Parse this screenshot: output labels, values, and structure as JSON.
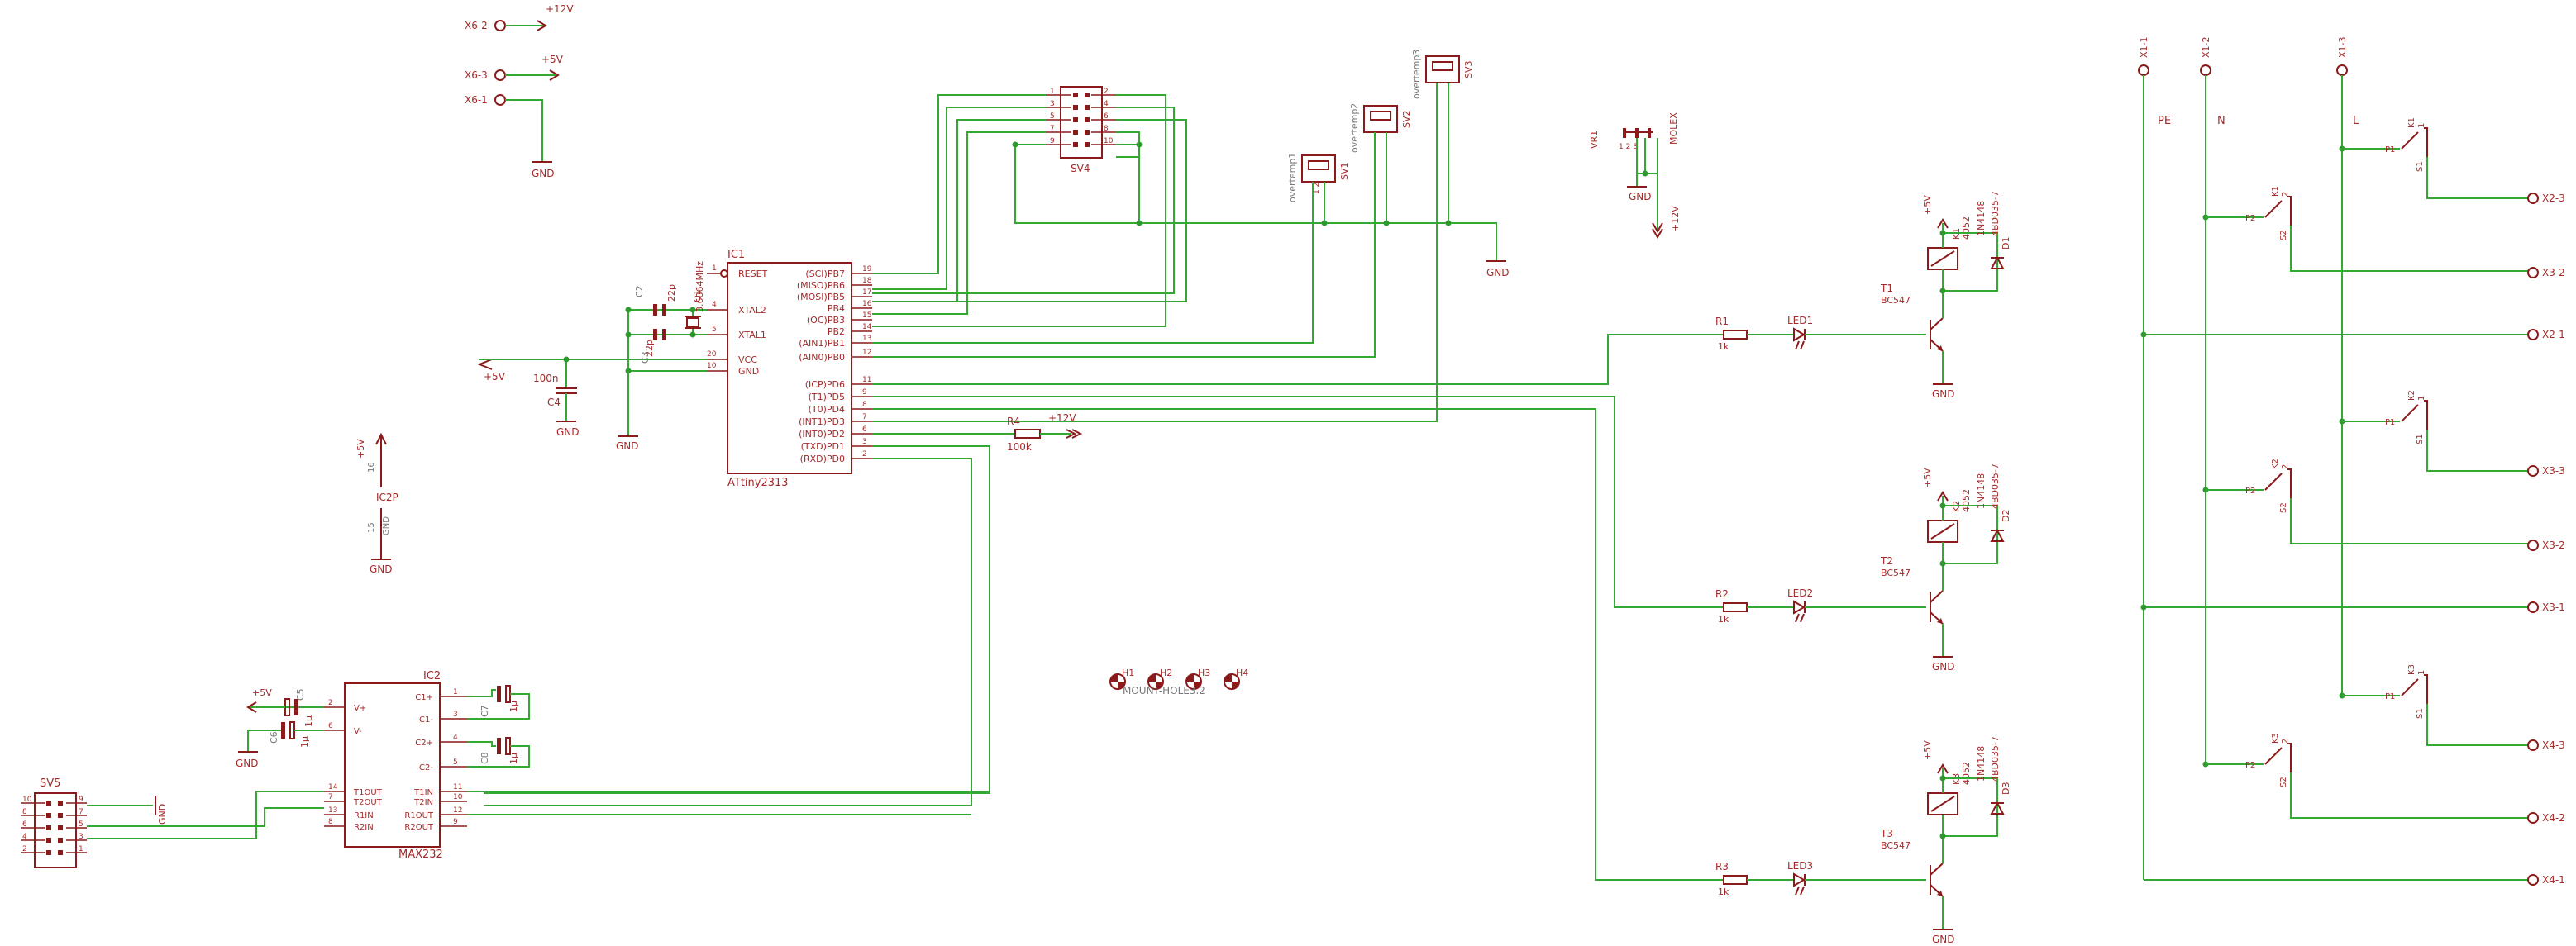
{
  "colors": {
    "wire": "#33a833",
    "symbol": "#8b1a1a",
    "text": "#a52a2a",
    "junction": "#2e9a2e"
  },
  "connectors": {
    "x6_2": "X6-2",
    "x6_3": "X6-3",
    "x6_1": "X6-1",
    "x1_1": "X1-1",
    "x1_2": "X1-2",
    "x1_3": "X1-3",
    "x2_3": "X2-3",
    "x3_2a": "X3-2",
    "x2_1": "X2-1",
    "x3_3": "X3-3",
    "x3_2": "X3-2",
    "x3_1": "X3-1",
    "x4_3": "X4-3",
    "x4_2": "X4-2",
    "x4_1": "X4-1"
  },
  "supplies": {
    "p12v": "+12V",
    "p5v": "+5V",
    "gnd": "GND",
    "p12v_vertical": "+12V"
  },
  "labels": {
    "pe": "PE",
    "n": "N",
    "l": "L"
  },
  "ic1": {
    "name": "IC1",
    "part": "ATtiny2313",
    "left_pins": [
      {
        "num": "1",
        "name": "RESET"
      },
      {
        "num": "4",
        "name": "XTAL2"
      },
      {
        "num": "5",
        "name": "XTAL1"
      },
      {
        "num": "20",
        "name": "VCC"
      },
      {
        "num": "10",
        "name": "GND"
      }
    ],
    "right_pins": [
      {
        "num": "19",
        "name": "(SCI)PB7"
      },
      {
        "num": "18",
        "name": "(MISO)PB6"
      },
      {
        "num": "17",
        "name": "(MOSI)PB5"
      },
      {
        "num": "16",
        "name": "PB4"
      },
      {
        "num": "15",
        "name": "(OC)PB3"
      },
      {
        "num": "14",
        "name": "PB2"
      },
      {
        "num": "13",
        "name": "(AIN1)PB1"
      },
      {
        "num": "12",
        "name": "(AIN0)PB0"
      },
      {
        "num": "11",
        "name": "(ICP)PD6"
      },
      {
        "num": "9",
        "name": "(T1)PD5"
      },
      {
        "num": "8",
        "name": "(T0)PD4"
      },
      {
        "num": "7",
        "name": "(INT1)PD3"
      },
      {
        "num": "6",
        "name": "(INT0)PD2"
      },
      {
        "num": "3",
        "name": "(TXD)PD1"
      },
      {
        "num": "2",
        "name": "(RXD)PD0"
      }
    ]
  },
  "crystal": {
    "q1": "Q1",
    "freq": "3.6864MHz",
    "c2": "C2",
    "c3": "C3",
    "c2_value": "22p",
    "c3_value": "22p"
  },
  "c4": {
    "name": "C4",
    "value": "100n"
  },
  "sv4": {
    "name": "SV4",
    "pins_left": [
      "1",
      "3",
      "5",
      "7",
      "9"
    ],
    "pins_right": [
      "2",
      "4",
      "6",
      "8",
      "10"
    ]
  },
  "sv1": {
    "name": "SV1",
    "label": "overtemp1",
    "pins": "1 2"
  },
  "sv2": {
    "name": "SV2",
    "label": "overtemp2",
    "pins": "1 2"
  },
  "sv3": {
    "name": "SV3",
    "label": "overtemp3",
    "pins": "1 2"
  },
  "vr1": {
    "name": "VR1",
    "label": "MOLEX",
    "pins": "1 2 3"
  },
  "r4": {
    "name": "R4",
    "value": "100k"
  },
  "ic2p": {
    "name": "IC2P",
    "p5v": "+5V",
    "pin16": "16",
    "pin15": "15",
    "gnd": "GND"
  },
  "ic2": {
    "name": "IC2",
    "part": "MAX232",
    "left_pins": [
      {
        "num": "2",
        "name": "V+"
      },
      {
        "num": "6",
        "name": "V-"
      },
      {
        "num": "14",
        "name": "T1OUT"
      },
      {
        "num": "7",
        "name": "T2OUT"
      },
      {
        "num": "13",
        "name": "R1IN"
      },
      {
        "num": "8",
        "name": "R2IN"
      }
    ],
    "right_pins": [
      {
        "num": "1",
        "name": "C1+"
      },
      {
        "num": "3",
        "name": "C1-"
      },
      {
        "num": "4",
        "name": "C2+"
      },
      {
        "num": "5",
        "name": "C2-"
      },
      {
        "num": "11",
        "name": "T1IN"
      },
      {
        "num": "10",
        "name": "T2IN"
      },
      {
        "num": "12",
        "name": "R1OUT"
      },
      {
        "num": "9",
        "name": "R2OUT"
      }
    ]
  },
  "max_caps": {
    "c7": "C7",
    "c7_value": "1µ",
    "c8": "C8",
    "c8_value": "1µ",
    "c5": "C5",
    "c5_value": "1µ",
    "c6": "C6",
    "c6_value": "1µ"
  },
  "sv5": {
    "name": "SV5",
    "pins_left": [
      "10",
      "8",
      "6",
      "4",
      "2"
    ],
    "pins_right": [
      "9",
      "7",
      "5",
      "3",
      "1"
    ]
  },
  "holes": {
    "h1": "H1",
    "h2": "H2",
    "h3": "H3",
    "h4": "H4",
    "caption": "MOUNT-HOLE3.2"
  },
  "channels": [
    {
      "r": "R1",
      "rv": "1k",
      "led": "LED1",
      "t": "T1",
      "tp": "BC547",
      "k": "K1",
      "kv": "4052",
      "d": "D1",
      "dv": "1N4148",
      "part": "4BD035-7",
      "p5v": "+5V",
      "gnd": "GND"
    },
    {
      "r": "R2",
      "rv": "1k",
      "led": "LED2",
      "t": "T2",
      "tp": "BC547",
      "k": "K2",
      "kv": "4052",
      "d": "D2",
      "dv": "1N4148",
      "part": "4BD035-7",
      "p5v": "+5V",
      "gnd": "GND"
    },
    {
      "r": "R3",
      "rv": "1k",
      "led": "LED3",
      "t": "T3",
      "tp": "BC547",
      "k": "K3",
      "kv": "4052",
      "d": "D3",
      "dv": "1N4148",
      "part": "4BD035-7",
      "p5v": "+5V",
      "gnd": "GND"
    }
  ],
  "relays": [
    {
      "k1": "K1",
      "p1": "P1",
      "s1": "S1",
      "k2": "K1",
      "p2": "P2",
      "s2": "S2",
      "num1": "1",
      "num2": "2"
    },
    {
      "k1": "K2",
      "p1": "P1",
      "s1": "S1",
      "k2": "K2",
      "p2": "P2",
      "s2": "S2",
      "num1": "1",
      "num2": "2"
    },
    {
      "k1": "K3",
      "p1": "P1",
      "s1": "S1",
      "k2": "K3",
      "p2": "P2",
      "s2": "S2",
      "num1": "1",
      "num2": "2"
    }
  ]
}
